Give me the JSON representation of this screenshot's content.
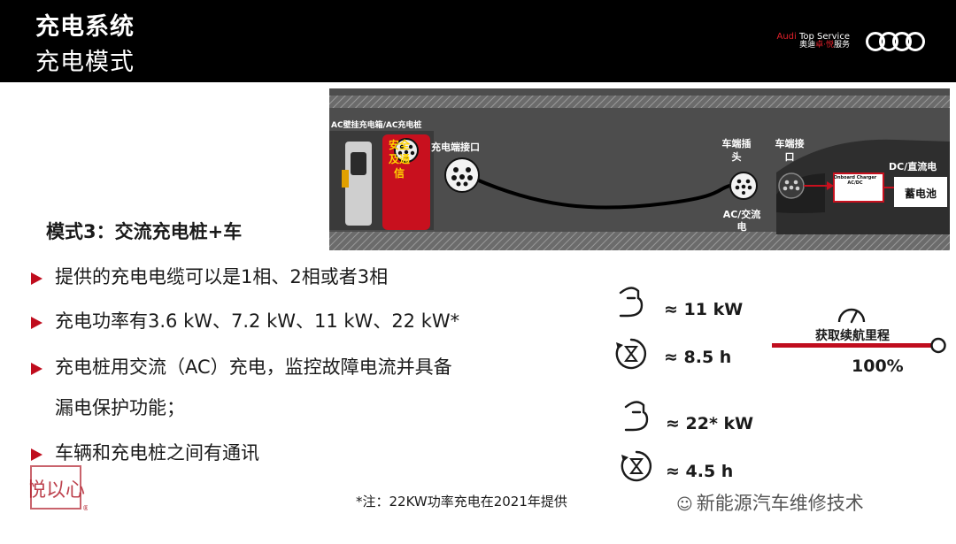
{
  "header": {
    "title": "充电系统",
    "subtitle": "充电模式",
    "brand_en_accent": "Audi",
    "brand_en_rest": " Top Service",
    "brand_cn_prefix": "奥迪",
    "brand_cn_accent": "卓·悦",
    "brand_cn_suffix": "服务",
    "logo_icon": "audi-rings-icon"
  },
  "diagram": {
    "wallbox_label": "AC壁挂充电箱/AC充电桩",
    "wallbox_red_label": "安全及通信",
    "charging_port_label": "充电端接口",
    "vehicle_plug_label": "车端插头",
    "vehicle_inlet_label": "车端接口",
    "ac_label": "AC/交流电",
    "dc_label": "DC/直流电",
    "onboard_charger_label": "Onboard Charger AC/DC",
    "battery_label": "蓄电池"
  },
  "mode_heading": "模式3：交流充电桩+车",
  "bullets": [
    "提供的充电电缆可以是1相、2相或者3相",
    "充电功率有3.6 kW、7.2 kW、11 kW、22 kW*",
    "充电桩用交流（AC）充电，监控故障电流并具备",
    "漏电保护功能；",
    "车辆和充电桩之间有通讯"
  ],
  "stats": {
    "power_11": "≈ 11 kW",
    "time_8_5": "≈ 8.5 h",
    "power_22": "≈ 22* kW",
    "time_4_5": "≈ 4.5 h",
    "range_label": "获取续航里程",
    "range_value": "100%",
    "range_progress": 1.0
  },
  "footnote": "*注：22KW功率充电在2021年提供",
  "watermark": "新能源汽车维修技术",
  "seal_text": "悦以心",
  "colors": {
    "accent_red": "#c00d1e",
    "header_bg": "#000000",
    "diagram_bg": "#4d4d4d"
  }
}
